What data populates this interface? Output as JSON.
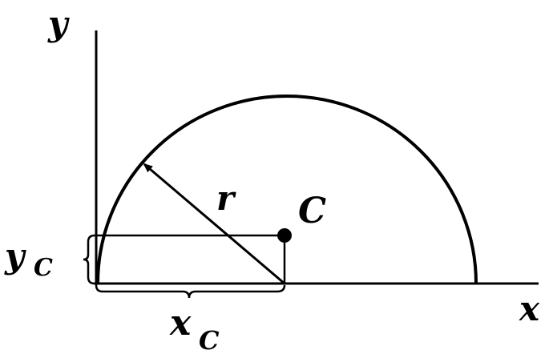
{
  "labels": {
    "y_axis": "y",
    "x_axis": "x",
    "radius": "r",
    "centroid": "C",
    "yc_main": "y",
    "yc_sub": "C",
    "xc_main": "x",
    "xc_sub": "C"
  },
  "colors": {
    "ink": "#000000",
    "background": "#ffffff"
  }
}
